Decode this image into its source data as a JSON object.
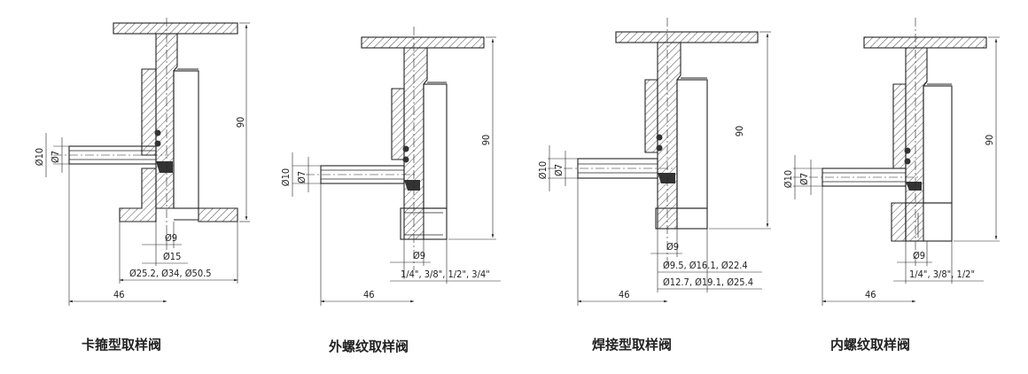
{
  "diagrams": [
    {
      "caption": "卡箍型取样阀",
      "labels": {
        "height": "90",
        "length": "46",
        "outer_dia": "Ø10",
        "inner_dia": "Ø7",
        "d1": "Ø9",
        "d2": "Ø15",
        "d3": "Ø25.2, Ø34, Ø50.5"
      }
    },
    {
      "caption": "外螺纹取样阀",
      "labels": {
        "height": "90",
        "length": "46",
        "outer_dia": "Ø10",
        "inner_dia": "Ø7",
        "d1": "Ø9",
        "d2": "1/4\", 3/8\", 1/2\", 3/4\""
      }
    },
    {
      "caption": "焊接型取样阀",
      "labels": {
        "height": "90",
        "length": "46",
        "outer_dia": "Ø10",
        "inner_dia": "Ø7",
        "d1": "Ø9",
        "d2": "Ø9.5, Ø16.1, Ø22.4",
        "d3": "Ø12.7, Ø19.1, Ø25.4"
      }
    },
    {
      "caption": "内螺纹取样阀",
      "labels": {
        "height": "90",
        "length": "46",
        "outer_dia": "Ø10",
        "inner_dia": "Ø7",
        "d1": "Ø9",
        "d2": "1/4\", 3/8\", 1/2\""
      }
    }
  ]
}
